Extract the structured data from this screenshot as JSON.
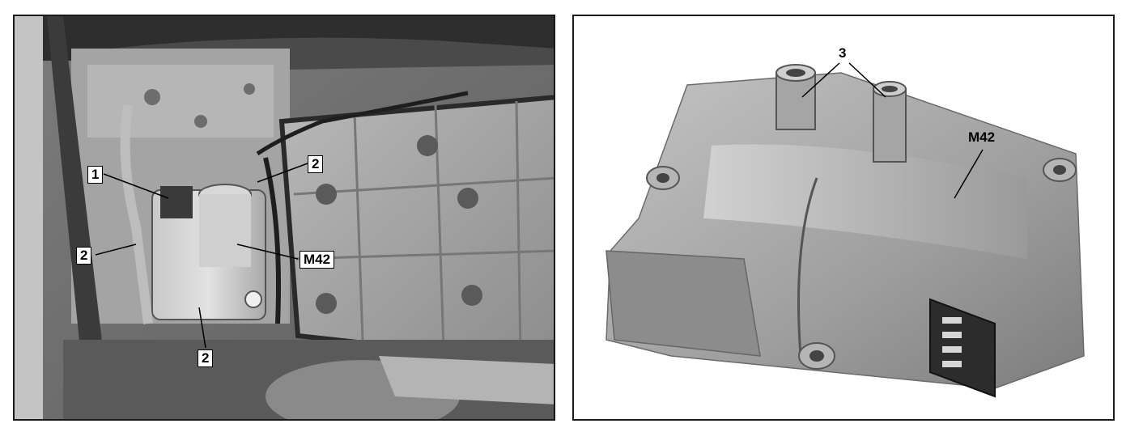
{
  "left_panel": {
    "callouts": [
      {
        "id": "c1",
        "text": "1"
      },
      {
        "id": "c2a",
        "text": "2"
      },
      {
        "id": "c2b",
        "text": "2"
      },
      {
        "id": "c2c",
        "text": "2"
      },
      {
        "id": "cm",
        "text": "M42"
      }
    ]
  },
  "right_panel": {
    "callouts": [
      {
        "id": "c3",
        "text": "3"
      },
      {
        "id": "cm",
        "text": "M42"
      }
    ]
  }
}
